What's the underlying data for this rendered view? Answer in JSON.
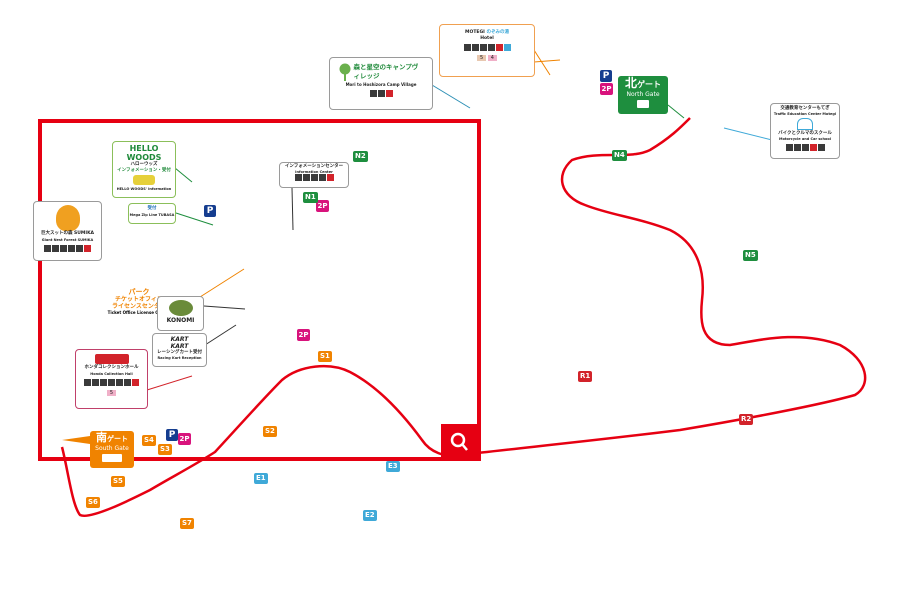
{
  "colors": {
    "frame": "#e60012",
    "road": "#e60012",
    "green": "#1e8e3e",
    "orange": "#f08300",
    "red": "#d2232a",
    "blue": "#3fa9d8",
    "parking": "#153d8f",
    "p2": "#d8137c"
  },
  "search": {
    "icon": "search-icon"
  },
  "gates": {
    "north": {
      "kanji": "北",
      "kana": "ゲート",
      "en": "North Gate"
    },
    "south": {
      "kanji": "南",
      "kana": "ゲート",
      "en": "South Gate"
    }
  },
  "facilities": {
    "hotel": {
      "brand": "MOTEGI",
      "brand2": "のぞみの湯",
      "label": "Hotel",
      "badge1": "5",
      "badge2": "4"
    },
    "camp": {
      "ja": "森と星空のキャンプヴィレッジ",
      "en": "Mori to Hoshizora Camp Village"
    },
    "info": {
      "ja": "インフォメーションセンター",
      "en": "Information Center"
    },
    "hello": {
      "logo": "HELLO WOODS",
      "ja1": "ハローウッズ",
      "ja2": "インフォメーション・受付",
      "en": "HELLO WOODS' Information"
    },
    "zip": {
      "logo": "受付",
      "en": "Mega Zip Line TUBASA"
    },
    "sumika": {
      "ja": "巨大スットの森 SUMIKA",
      "en": "Giant Nest Forest SUMIKA"
    },
    "park": {
      "ja1": "パーク",
      "ja2": "チケットオフィス",
      "ja3": "ライセンスセンター",
      "en": "Ticket Office License Center"
    },
    "konomi": {
      "label": "KONOMI"
    },
    "kart": {
      "logo": "KART",
      "ja": "レーシングカート受付",
      "en": "Racing Kart Reception"
    },
    "honda": {
      "ja": "ホンダコレクションホール",
      "en": "Honda Collection Hall",
      "badge": "5"
    },
    "traffic": {
      "ja1": "交通教育センターもてぎ",
      "en1": "Traffic Education Center Motegi",
      "ja2": "バイクとクルマのスクール",
      "en2": "Motorcycle and Car school"
    }
  },
  "markers": {
    "n1": "N1",
    "n2": "N2",
    "n4": "N4",
    "n5": "N5",
    "s1": "S1",
    "s2": "S2",
    "s3": "S3",
    "s4": "S4",
    "s5": "S5",
    "s6": "S6",
    "s7": "S7",
    "r1": "R1",
    "r2": "R2",
    "e1": "E1",
    "e2": "E2",
    "e3": "E3",
    "p": "P",
    "p2": "2P"
  }
}
